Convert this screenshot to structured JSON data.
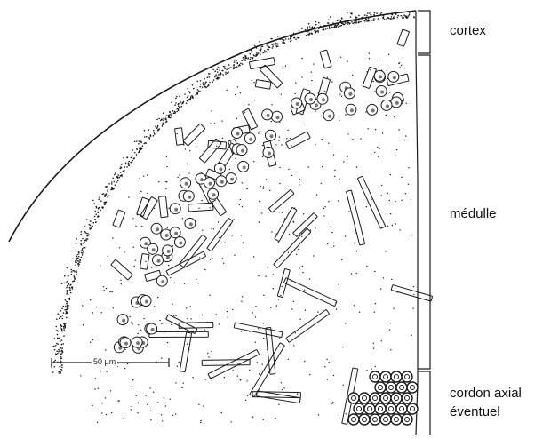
{
  "labels": {
    "cortex": "cortex",
    "medulla": "médulle",
    "axial_cord_line1": "cordon axial",
    "axial_cord_line2": "éventuel"
  },
  "scale_bar": {
    "text": "50 µm"
  },
  "colors": {
    "ink": "#1a1a1a",
    "background": "#ffffff"
  }
}
